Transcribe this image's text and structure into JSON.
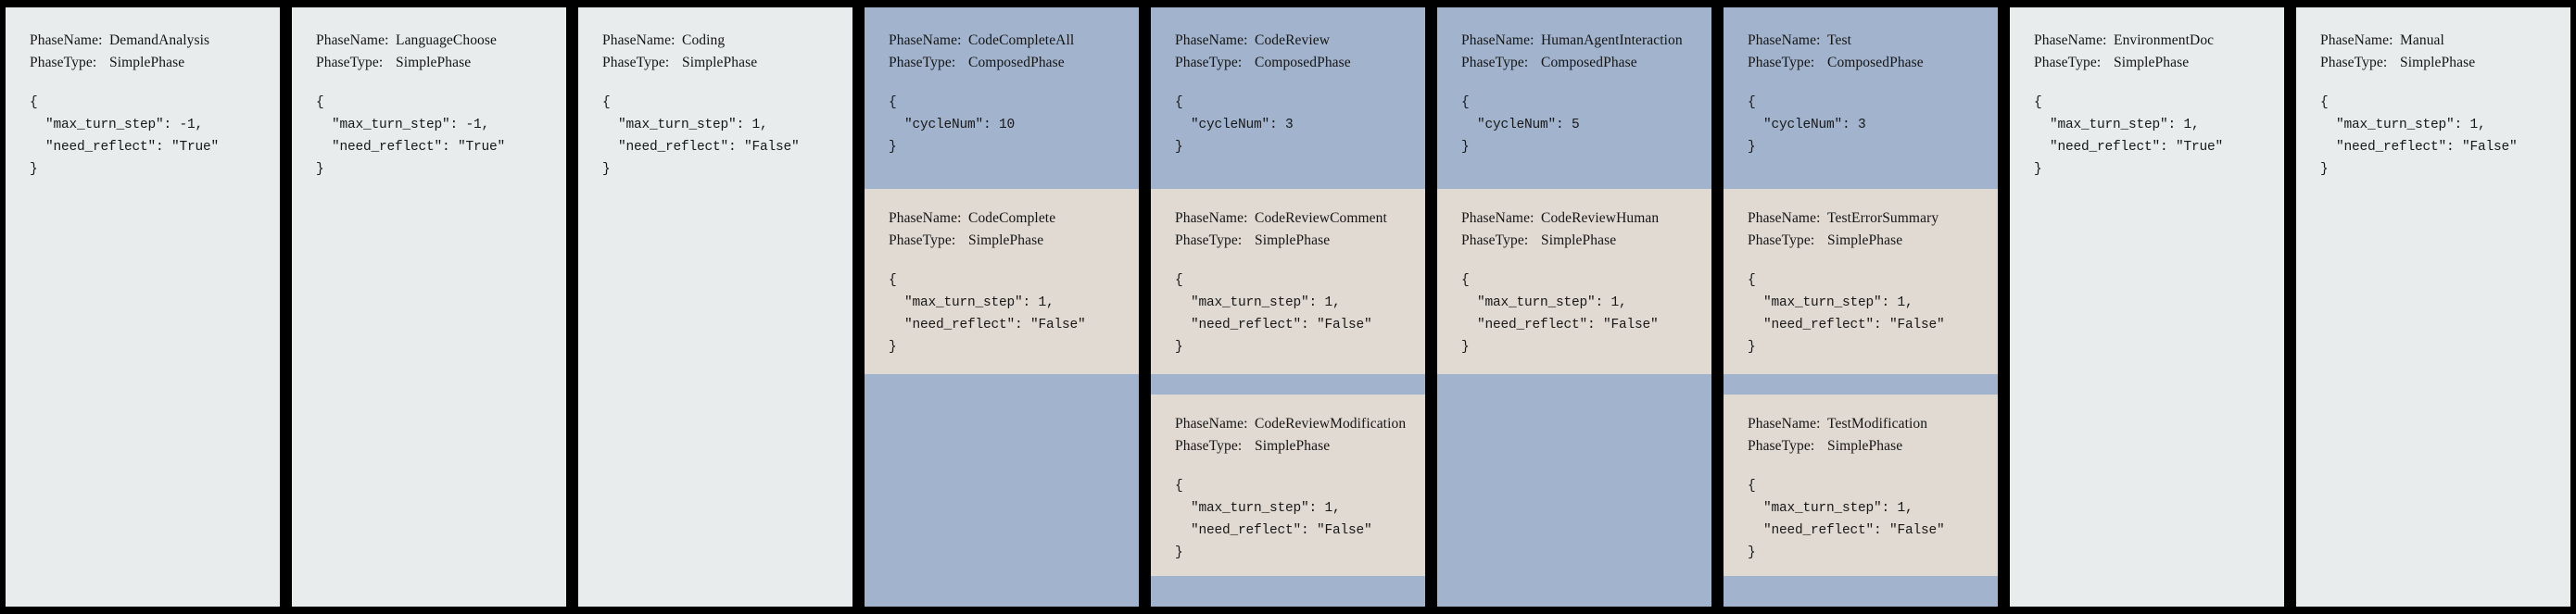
{
  "labels": {
    "phase_name": "PhaseName:",
    "phase_type": "PhaseType:"
  },
  "types": {
    "simple": "SimplePhase",
    "composed": "ComposedPhase"
  },
  "colors": {
    "background": "#000000",
    "simple_card": "#e8eced",
    "composed_card": "#a2b4cd",
    "sub_card": "#e1dad2",
    "text": "#141414"
  },
  "columns": [
    {
      "name": "DemandAnalysis",
      "type": "SimplePhase",
      "json": "{\n  \"max_turn_step\": -1,\n  \"need_reflect\": \"True\"\n}",
      "subphases": []
    },
    {
      "name": "LanguageChoose",
      "type": "SimplePhase",
      "json": "{\n  \"max_turn_step\": -1,\n  \"need_reflect\": \"True\"\n}",
      "subphases": []
    },
    {
      "name": "Coding",
      "type": "SimplePhase",
      "json": "{\n  \"max_turn_step\": 1,\n  \"need_reflect\": \"False\"\n}",
      "subphases": []
    },
    {
      "name": "CodeCompleteAll",
      "type": "ComposedPhase",
      "json": "{\n  \"cycleNum\": 10\n}",
      "subphases": [
        {
          "name": "CodeComplete",
          "type": "SimplePhase",
          "json": "{\n  \"max_turn_step\": 1,\n  \"need_reflect\": \"False\"\n}"
        }
      ]
    },
    {
      "name": "CodeReview",
      "type": "ComposedPhase",
      "json": "{\n  \"cycleNum\": 3\n}",
      "subphases": [
        {
          "name": "CodeReviewComment",
          "type": "SimplePhase",
          "json": "{\n  \"max_turn_step\": 1,\n  \"need_reflect\": \"False\"\n}"
        },
        {
          "name": "CodeReviewModification",
          "type": "SimplePhase",
          "json": "{\n  \"max_turn_step\": 1,\n  \"need_reflect\": \"False\"\n}"
        }
      ]
    },
    {
      "name": "HumanAgentInteraction",
      "type": "ComposedPhase",
      "json": "{\n  \"cycleNum\": 5\n}",
      "subphases": [
        {
          "name": "CodeReviewHuman",
          "type": "SimplePhase",
          "json": "{\n  \"max_turn_step\": 1,\n  \"need_reflect\": \"False\"\n}"
        }
      ]
    },
    {
      "name": "Test",
      "type": "ComposedPhase",
      "json": "{\n  \"cycleNum\": 3\n}",
      "subphases": [
        {
          "name": "TestErrorSummary",
          "type": "SimplePhase",
          "json": "{\n  \"max_turn_step\": 1,\n  \"need_reflect\": \"False\"\n}"
        },
        {
          "name": "TestModification",
          "type": "SimplePhase",
          "json": "{\n  \"max_turn_step\": 1,\n  \"need_reflect\": \"False\"\n}"
        }
      ]
    },
    {
      "name": "EnvironmentDoc",
      "type": "SimplePhase",
      "json": "{\n  \"max_turn_step\": 1,\n  \"need_reflect\": \"True\"\n}",
      "subphases": []
    },
    {
      "name": "Manual",
      "type": "SimplePhase",
      "json": "{\n  \"max_turn_step\": 1,\n  \"need_reflect\": \"False\"\n}",
      "subphases": []
    }
  ]
}
